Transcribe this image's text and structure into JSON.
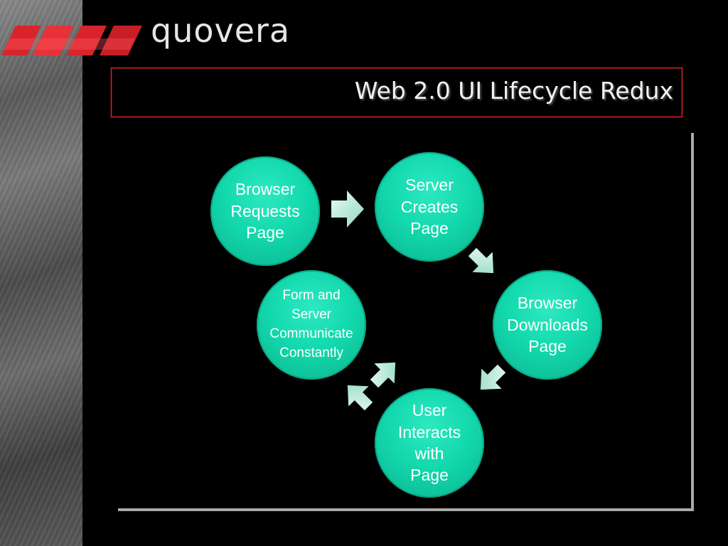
{
  "brand": {
    "name": "quovera"
  },
  "slide": {
    "title": "Web 2.0 UI Lifecycle Redux"
  },
  "colors": {
    "node": "#13d9ad",
    "arrow": "#b6e9d4",
    "title_border": "#c0242b",
    "background": "#000000"
  },
  "diagram": {
    "nodes": [
      {
        "label": "Browser\nRequests\nPage"
      },
      {
        "label": "Server\nCreates\nPage"
      },
      {
        "label": "Browser\nDownloads\nPage"
      },
      {
        "label": "User\nInteracts\nwith\nPage"
      },
      {
        "label": "Form and\nServer\nCommunicate\nConstantly"
      }
    ]
  }
}
